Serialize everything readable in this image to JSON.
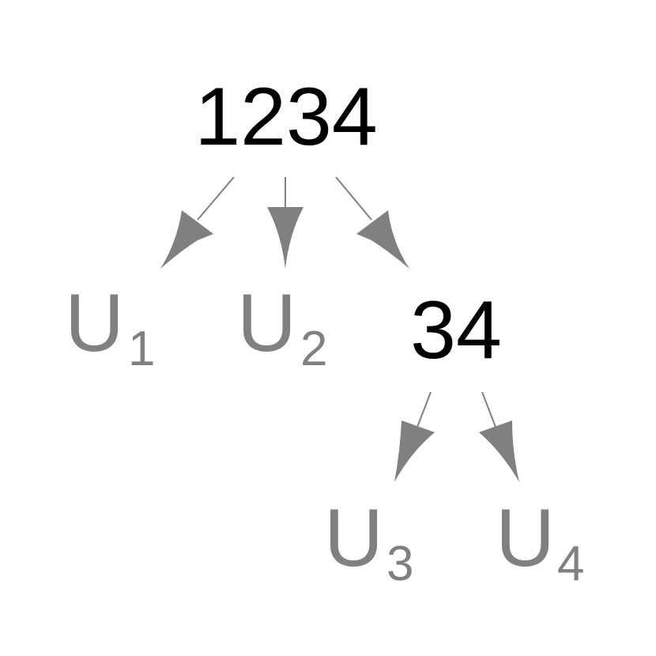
{
  "colors": {
    "background": "#ffffff",
    "internal_node": "#000000",
    "leaf_node": "#808080",
    "edge": "#808080"
  },
  "nodes": {
    "root": {
      "label": "1234"
    },
    "n34": {
      "label": "34"
    },
    "u1": {
      "base": "U",
      "sub": "1"
    },
    "u2": {
      "base": "U",
      "sub": "2"
    },
    "u3": {
      "base": "U",
      "sub": "3"
    },
    "u4": {
      "base": "U",
      "sub": "4"
    }
  },
  "edges": [
    {
      "from": "root",
      "to": "u1"
    },
    {
      "from": "root",
      "to": "u2"
    },
    {
      "from": "root",
      "to": "n34"
    },
    {
      "from": "n34",
      "to": "u3"
    },
    {
      "from": "n34",
      "to": "u4"
    }
  ]
}
